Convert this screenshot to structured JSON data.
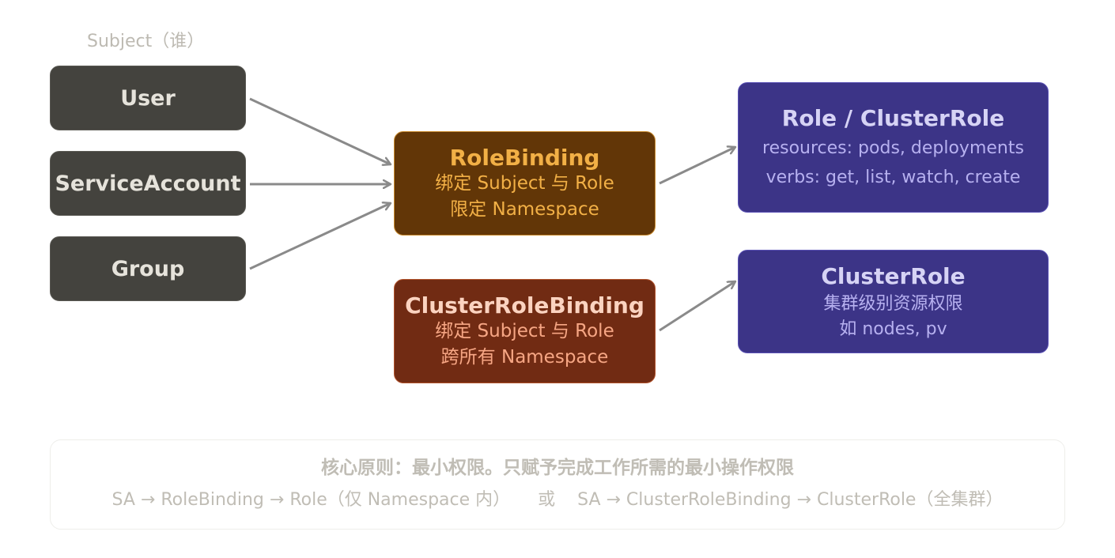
{
  "caption": "Subject（谁）",
  "subjects": [
    "User",
    "ServiceAccount",
    "Group"
  ],
  "bindings": {
    "role_binding": {
      "title": "RoleBinding",
      "line1": "绑定 Subject 与 Role",
      "line2": "限定 Namespace"
    },
    "cluster_role_binding": {
      "title": "ClusterRoleBinding",
      "line1": "绑定 Subject 与 Role",
      "line2": "跨所有 Namespace"
    }
  },
  "roles": {
    "role": {
      "title": "Role / ClusterRole",
      "line1": "resources: pods, deployments",
      "line2": "verbs: get, list, watch, create"
    },
    "cluster_role": {
      "title": "ClusterRole",
      "line1": "集群级别资源权限",
      "line2": "如 nodes, pv"
    }
  },
  "note": {
    "principle": "核心原则：最小权限。只赋予完成工作所需的最小操作权限",
    "flow": "SA → RoleBinding → Role（仅 Namespace 内）     或    SA → ClusterRoleBinding → ClusterRole（全集群）"
  },
  "colors": {
    "arrow": "#8a8a8a",
    "subject_fill": "#44433e",
    "role_binding_fill": "#623607",
    "cluster_role_binding_fill": "#712b13",
    "role_fill": "#3c3487"
  }
}
